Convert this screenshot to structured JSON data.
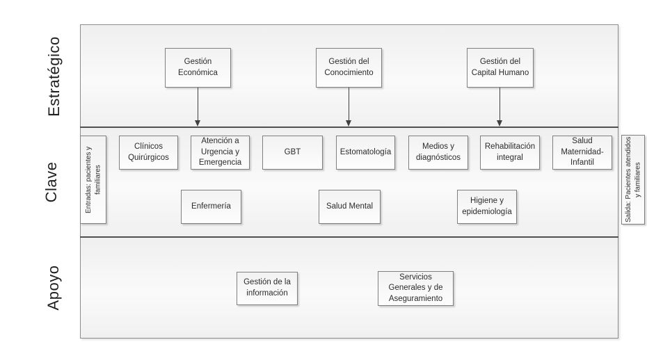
{
  "rows": {
    "estrategico": {
      "label": "Estratégico",
      "boxes": [
        "Gestión Económica",
        "Gestión del Conocimiento",
        "Gestión del Capital Humano"
      ]
    },
    "clave": {
      "label": "Clave",
      "input_label": "Entradas: pacientes y familiares",
      "output_label": "Salida: Pacientes atendidos y familiares",
      "row1": [
        "Clínicos Quirúrgicos",
        "Atención a Urgencia y Emergencia",
        "GBT",
        "Estomatología",
        "Medios y diagnósticos",
        "Rehabilitación integral",
        "Salud Maternidad-Infantil"
      ],
      "row2": [
        "Enfermería",
        "Salud Mental",
        "Higiene y epidemiología"
      ]
    },
    "apoyo": {
      "label": "Apoyo",
      "boxes": [
        "Gestión de la información",
        "Servicios Generales y de Aseguramiento"
      ]
    }
  },
  "colors": {
    "box_border": "#7f7f7f",
    "band_border": "#8c8c8c",
    "separator": "#4f4f4f",
    "arrow": "#404040",
    "text": "#2b2b2b"
  }
}
